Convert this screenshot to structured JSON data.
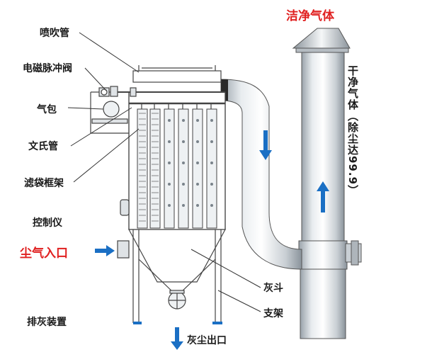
{
  "labels": {
    "spray_pipe": "喷吹管",
    "solenoid_valve": "电磁脉冲阀",
    "air_bag": "气包",
    "venturi": "文氏管",
    "bag_frame": "滤袋框架",
    "controller": "控制仪",
    "dust_inlet": "尘气入口",
    "ash_discharge": "排灰装置",
    "ash_hopper": "灰斗",
    "support": "支架",
    "dust_outlet": "灰尘出口",
    "clean_gas": "洁净气体",
    "clean_gas_vertical": "干净气体（除尘达99.9）"
  },
  "colors": {
    "accent_red": "#e02020",
    "arrow_blue": "#1a6fc4"
  }
}
